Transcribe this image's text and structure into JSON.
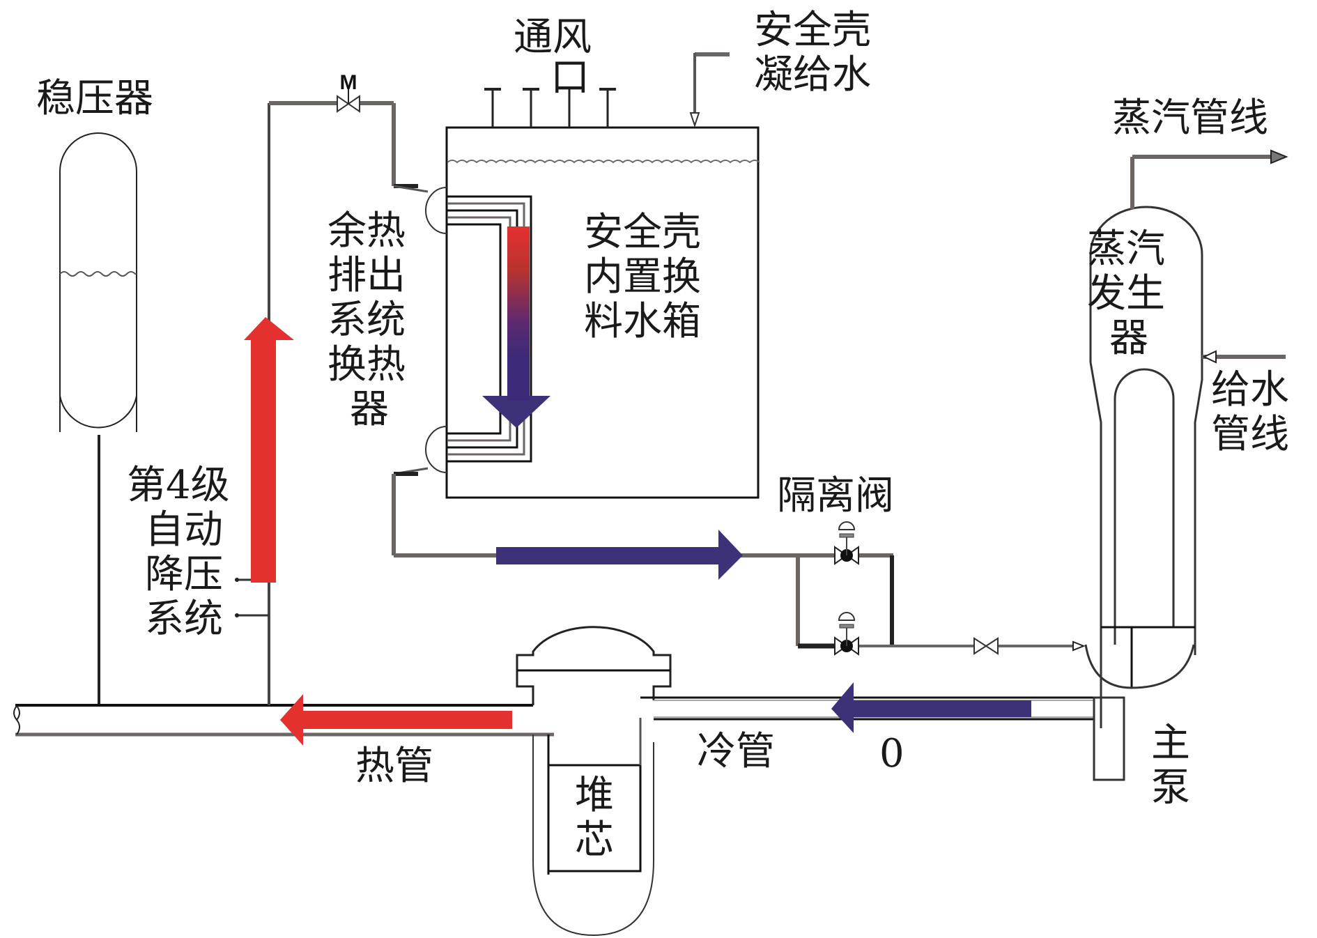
{
  "title": "非能动余热排出系统示意图",
  "labels": {
    "pressurizer": "稳压器",
    "vent": "通风口",
    "vent_line1": "通风",
    "vent_line2": "口",
    "containment_condensate_line1": "安全壳",
    "containment_condensate_line2": "凝给水",
    "steam_line": "蒸汽管线",
    "rhr_hx_line1": "余热",
    "rhr_hx_line2": "排出",
    "rhr_hx_line3": "系统",
    "rhr_hx_line4": "换热",
    "rhr_hx_line5": "器",
    "irwst_line1": "安全壳",
    "irwst_line2": "内置换",
    "irwst_line3": "料水箱",
    "sg_line1": "蒸汽",
    "sg_line2": "发生",
    "sg_line3": "器",
    "feedwater_line1": "给水",
    "feedwater_line2": "管线",
    "ads_line1": "第4级",
    "ads_line2": "自动",
    "ads_line3": "降压",
    "ads_line4": "系统",
    "isolation_valve": "隔离阀",
    "hot_leg": "热管",
    "cold_leg": "冷管",
    "cold_leg_marker": "0",
    "core_line1": "堆",
    "core_line2": "芯",
    "main_pump_line1": "主",
    "main_pump_line2": "泵",
    "motor_valve_tag": "M"
  },
  "colors": {
    "hot_flow": "#e53030",
    "cold_flow": "#3d3178",
    "pipe_gray": "#6b6663",
    "line_black": "#111111"
  },
  "flows": [
    {
      "id": "ads-up",
      "direction": "up",
      "temperature": "hot"
    },
    {
      "id": "hx-down",
      "direction": "down",
      "temperature": "hot-to-cold"
    },
    {
      "id": "return-right",
      "direction": "right",
      "temperature": "cold"
    },
    {
      "id": "hot-leg-left",
      "direction": "left",
      "temperature": "hot"
    },
    {
      "id": "cold-leg-left",
      "direction": "left",
      "temperature": "cold"
    }
  ]
}
